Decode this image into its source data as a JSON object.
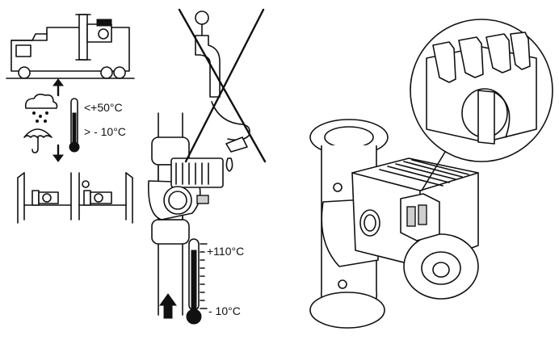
{
  "storage_thermometer": {
    "upper_limit": "<+50°C",
    "lower_limit": "> - 10°C"
  },
  "fluid_thermometer": {
    "upper_limit": "+110°C",
    "lower_limit": "- 10°C"
  },
  "colors": {
    "line": "#111111",
    "background": "#ffffff"
  }
}
